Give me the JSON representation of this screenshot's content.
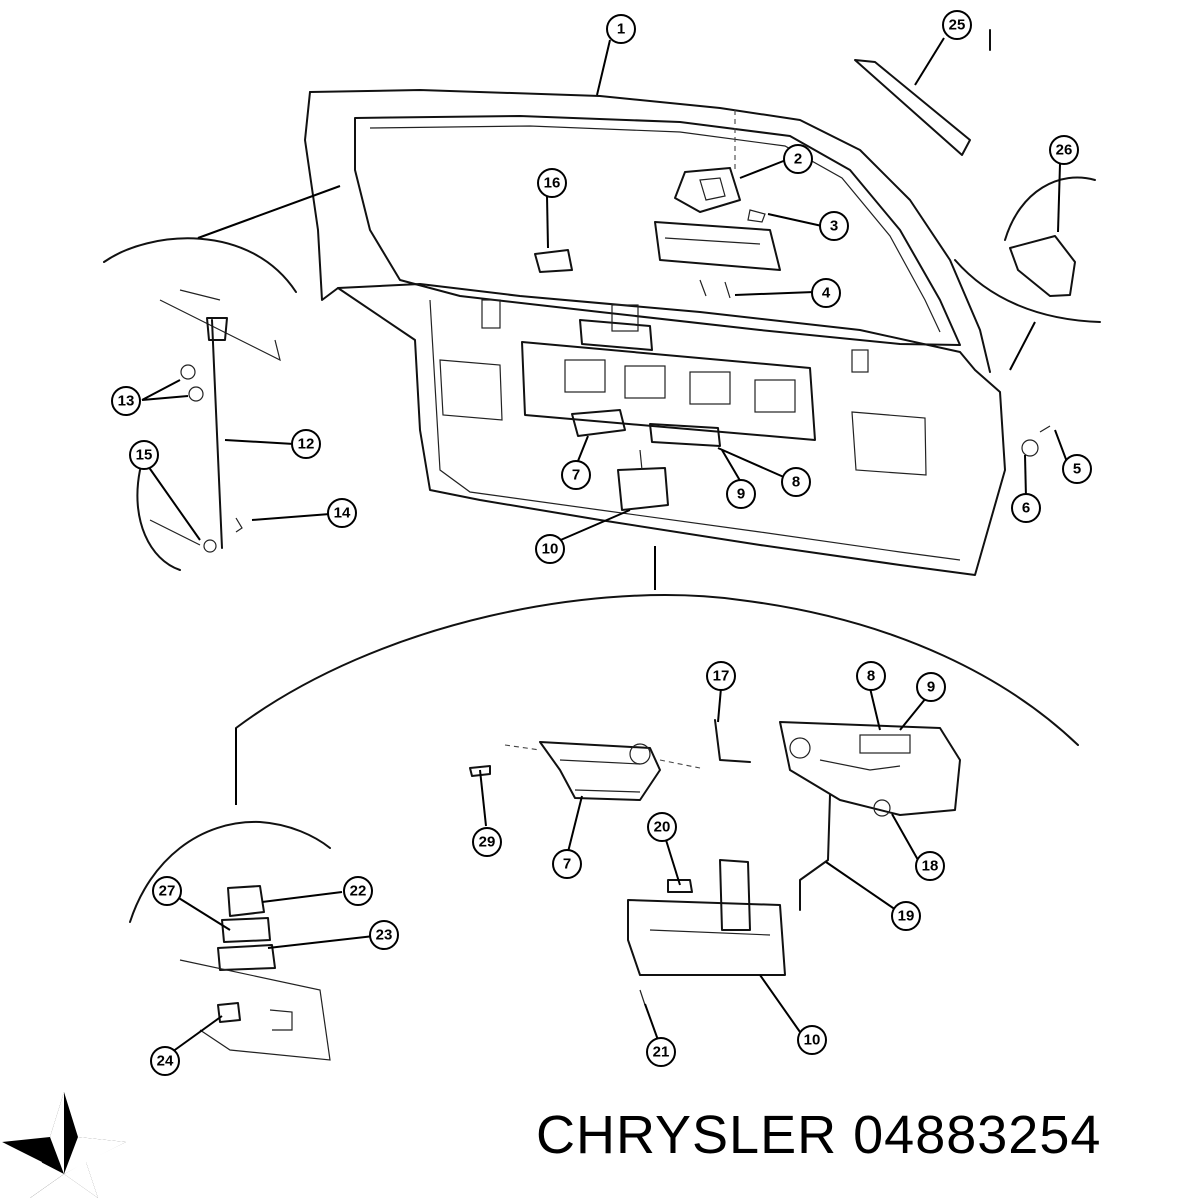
{
  "callouts": [
    "1",
    "2",
    "3",
    "4",
    "5",
    "6",
    "7",
    "8",
    "9",
    "10",
    "12",
    "13",
    "14",
    "15",
    "16",
    "17",
    "8",
    "9",
    "18",
    "19",
    "20",
    "21",
    "10",
    "7",
    "29",
    "22",
    "23",
    "24",
    "27",
    "25",
    "26"
  ],
  "brand": {
    "manufacturer": "CHRYSLER",
    "part_number": "04883254",
    "logo_icon": "pentastar-icon"
  }
}
